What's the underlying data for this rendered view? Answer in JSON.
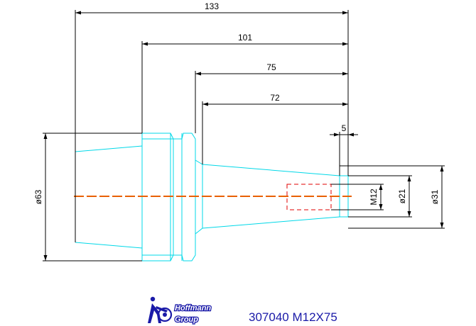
{
  "dimensions": {
    "length_total": "133",
    "length_101": "101",
    "length_75": "75",
    "length_72": "72",
    "length_5": "5",
    "dia_63": "ø63",
    "thread_m12": "M12",
    "dia_21": "ø21",
    "dia_31": "ø31"
  },
  "footer": {
    "brand_line1": "Hoffmann",
    "brand_line2": "Group",
    "part_code": "307040 M12X75"
  },
  "colors": {
    "outline": "#00d8e8",
    "dimension": "#000000",
    "centerline": "#f0a000",
    "thread": "#e00000",
    "brand": "#1a1aa8"
  }
}
